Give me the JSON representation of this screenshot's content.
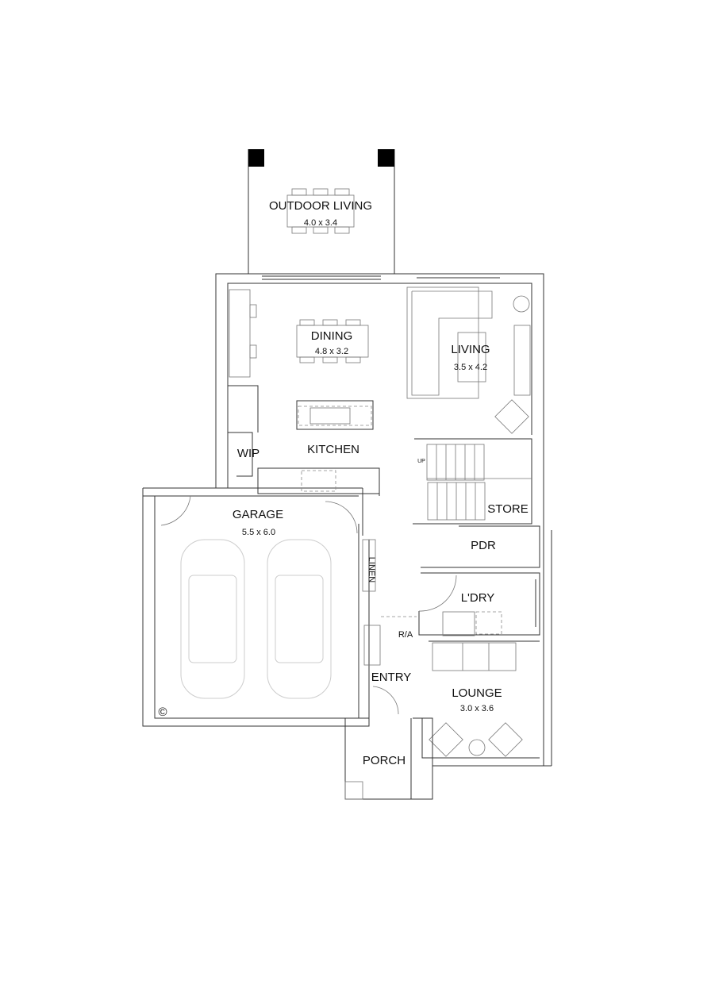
{
  "rooms": {
    "outdoor_living": {
      "name": "OUTDOOR LIVING",
      "size": "4.0 x 3.4"
    },
    "dining": {
      "name": "DINING",
      "size": "4.8 x 3.2"
    },
    "living": {
      "name": "LIVING",
      "size": "3.5 x 4.2"
    },
    "kitchen": {
      "name": "KITCHEN"
    },
    "wip": {
      "name": "WIP"
    },
    "garage": {
      "name": "GARAGE",
      "size": "5.5 x 6.0"
    },
    "store": {
      "name": "STORE"
    },
    "pdr": {
      "name": "PDR"
    },
    "linen": {
      "name": "LINEN"
    },
    "laundry": {
      "name": "L'DRY"
    },
    "ra": {
      "name": "R/A"
    },
    "entry": {
      "name": "ENTRY"
    },
    "lounge": {
      "name": "LOUNGE",
      "size": "3.0 x 3.6"
    },
    "porch": {
      "name": "PORCH"
    }
  },
  "stair_label": "UP",
  "copyright": "©"
}
